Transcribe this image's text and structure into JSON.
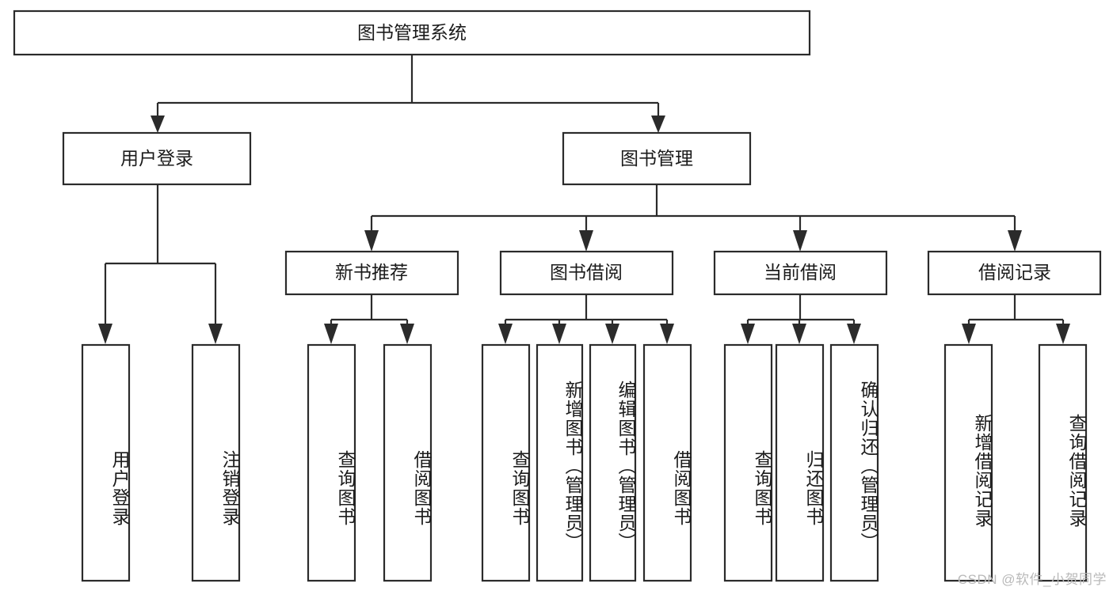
{
  "diagram": {
    "title": "图书管理系统",
    "watermark": "CSDN @软件_小贺同学",
    "line_color": "#2b2b2b",
    "box_fill": "#ffffff",
    "text_color": "#1b1b1b",
    "nodes": {
      "root": {
        "label": "图书管理系统"
      },
      "level2": [
        {
          "id": "user-login",
          "label": "用户登录"
        },
        {
          "id": "book-manage",
          "label": "图书管理"
        }
      ],
      "level3": [
        {
          "id": "new-book-recommend",
          "label": "新书推荐"
        },
        {
          "id": "book-borrow",
          "label": "图书借阅"
        },
        {
          "id": "current-borrow",
          "label": "当前借阅"
        },
        {
          "id": "borrow-record",
          "label": "借阅记录"
        }
      ],
      "leaves": {
        "user-login": [
          {
            "id": "leaf-user-login",
            "label": "用户登录"
          },
          {
            "id": "leaf-logout-login",
            "label": "注销登录"
          }
        ],
        "new-book-recommend": [
          {
            "id": "leaf-query-book-1",
            "label": "查询图书"
          },
          {
            "id": "leaf-borrow-book-1",
            "label": "借阅图书"
          }
        ],
        "book-borrow": [
          {
            "id": "leaf-query-book-2",
            "label": "查询图书"
          },
          {
            "id": "leaf-add-book-admin",
            "label": "新增图书（管理员）"
          },
          {
            "id": "leaf-edit-book-admin",
            "label": "编辑图书（管理员）"
          },
          {
            "id": "leaf-borrow-book-2",
            "label": "借阅图书"
          }
        ],
        "current-borrow": [
          {
            "id": "leaf-query-book-3",
            "label": "查询图书"
          },
          {
            "id": "leaf-return-book",
            "label": "归还图书"
          },
          {
            "id": "leaf-confirm-return-admin",
            "label": "确认归还（管理员）"
          }
        ],
        "borrow-record": [
          {
            "id": "leaf-add-borrow-record",
            "label": "新增借阅记录"
          },
          {
            "id": "leaf-query-borrow-record",
            "label": "查询借阅记录"
          }
        ]
      }
    }
  }
}
